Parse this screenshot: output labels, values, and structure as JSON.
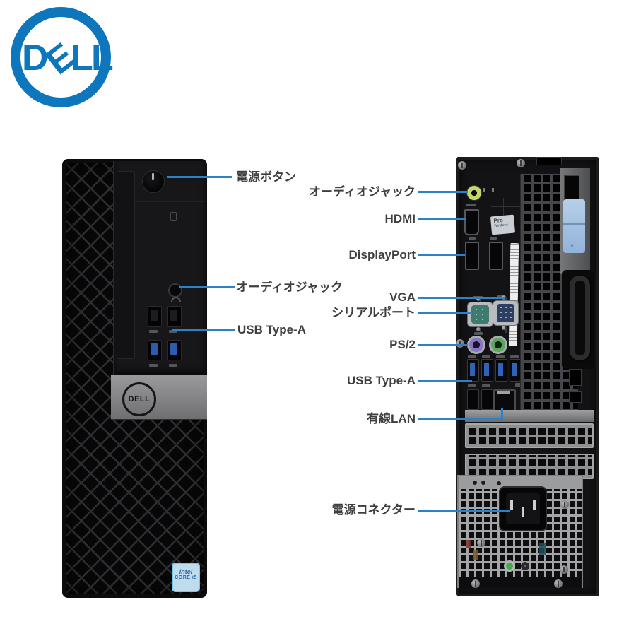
{
  "page": {
    "background": "#ffffff"
  },
  "brand_logo": {
    "name": "Dell",
    "color": "#0e76bc",
    "letters": [
      "D",
      "E",
      "L",
      "L"
    ]
  },
  "front_view": {
    "dell_badge_text": "DELL",
    "intel_sticker": {
      "line1": "intel",
      "line2": "CORE i5"
    }
  },
  "back_view": {
    "windows_sticker": {
      "line1": "Pro",
      "line2": "Windows"
    }
  },
  "annotations": {
    "line_color": "#2b82c9",
    "text_color": "#3f3f41",
    "front": [
      {
        "id": "power-button",
        "label": "電源ボタン"
      },
      {
        "id": "audio-jack-front",
        "label": "オーディオジャック"
      },
      {
        "id": "usb-type-a-front",
        "label": "USB Type-A"
      }
    ],
    "back": [
      {
        "id": "audio-jack-back",
        "label": "オーディオジャック"
      },
      {
        "id": "hdmi",
        "label": "HDMI"
      },
      {
        "id": "displayport",
        "label": "DisplayPort"
      },
      {
        "id": "vga",
        "label": "VGA"
      },
      {
        "id": "serial-port",
        "label": "シリアルポート"
      },
      {
        "id": "ps2",
        "label": "PS/2"
      },
      {
        "id": "usb-type-a-back",
        "label": "USB Type-A"
      },
      {
        "id": "wired-lan",
        "label": "有線LAN"
      },
      {
        "id": "power-connector",
        "label": "電源コネクター"
      }
    ]
  }
}
